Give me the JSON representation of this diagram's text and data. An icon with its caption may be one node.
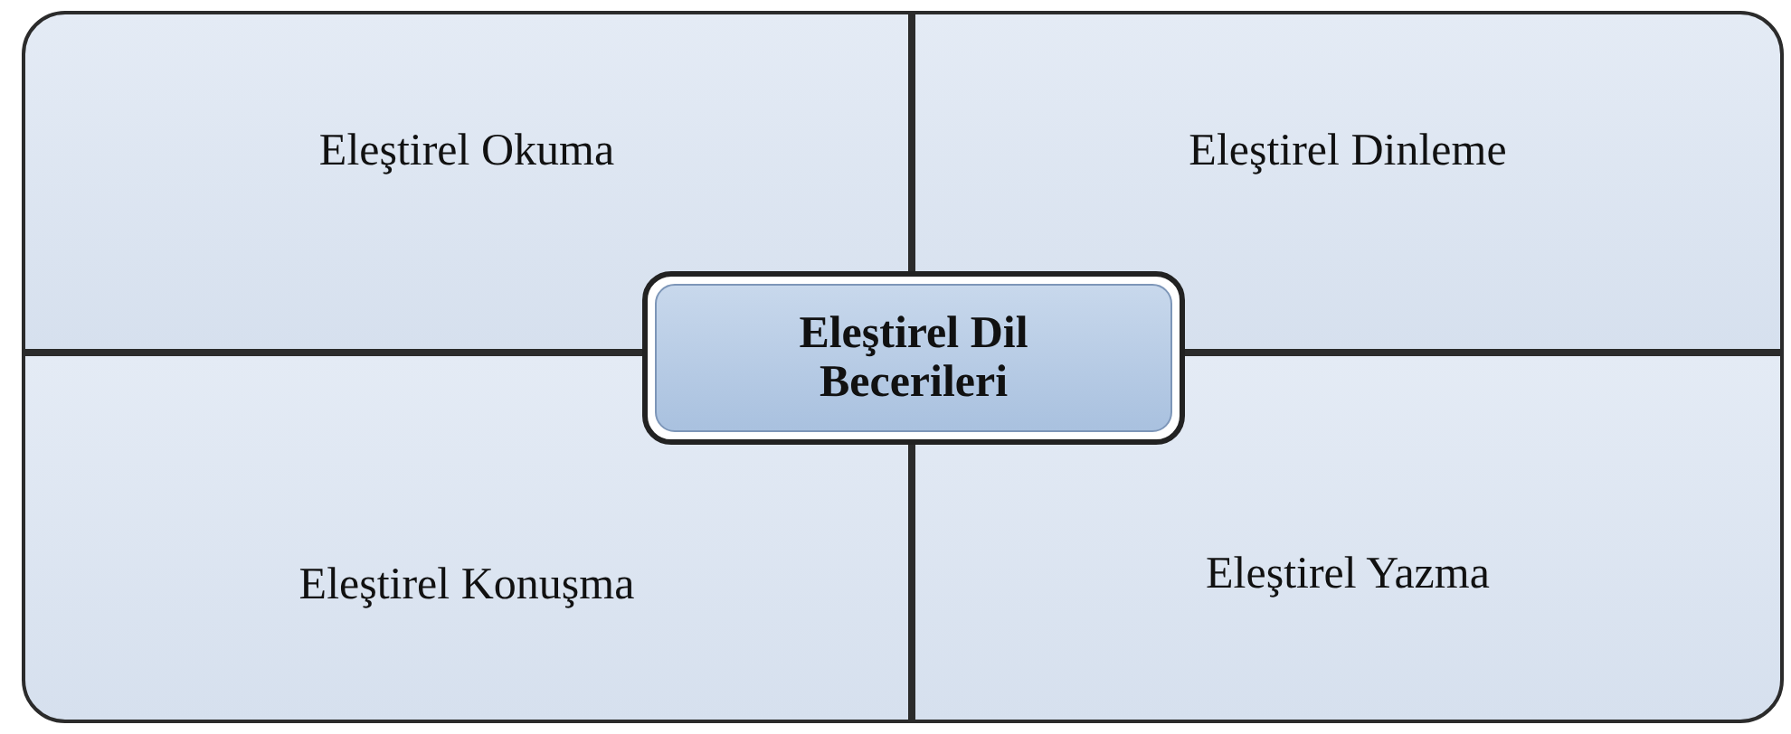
{
  "diagram": {
    "nodes": [
      {
        "text": [
          "Eleştirel Okuma"
        ]
      },
      {
        "text": [
          "Eleştirel Dinleme"
        ]
      },
      {
        "text": [
          "Eleştirel Dil Becerileri"
        ]
      },
      {
        "text": [
          "Eleştirel Konuşma"
        ]
      },
      {
        "text": [
          "Eleştirel Yazma"
        ]
      }
    ]
  }
}
